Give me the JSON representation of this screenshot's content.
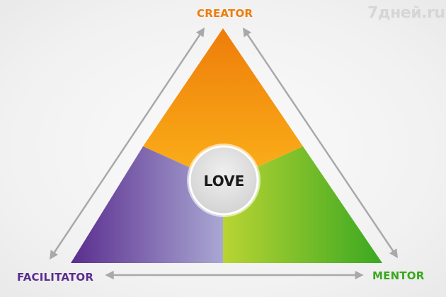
{
  "diagram": {
    "roles": {
      "top": "CREATOR",
      "bottom_left": "FACILITATOR",
      "bottom_right": "MENTOR"
    },
    "center": "LOVE"
  },
  "watermark": "7дней.ru",
  "colors": {
    "creator": "#ee7d0a",
    "facilitator": "#5a2d8e",
    "mentor": "#39a81d",
    "arrows": "#a9a9a9",
    "center_circle": "#dcdcdc"
  }
}
